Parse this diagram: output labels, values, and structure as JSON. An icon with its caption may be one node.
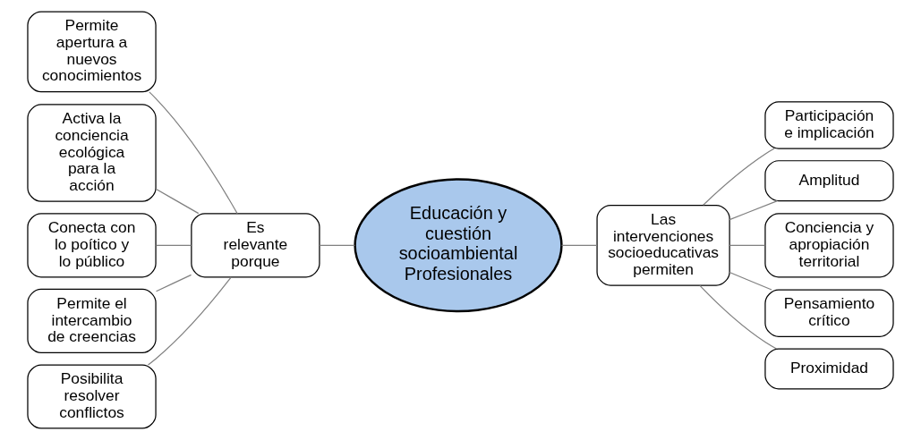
{
  "diagram": {
    "nodes": [
      {
        "text": [
          "Educación y cuestión socioambiental Profesionales"
        ]
      },
      {
        "text": [
          "Es relevante porque"
        ]
      },
      {
        "text": [
          "Permite apertura a nuevos conocimientos"
        ]
      },
      {
        "text": [
          "Activa la conciencia ecológica para la acción"
        ]
      },
      {
        "text": [
          "Conecta con lo poítico y lo público"
        ]
      },
      {
        "text": [
          "Permite el intercambio de creencias"
        ]
      },
      {
        "text": [
          "Posibilita resolver conflictos"
        ]
      },
      {
        "text": [
          "Las intervenciones socioeducativas permiten"
        ]
      },
      {
        "text": [
          "Participación e implicación"
        ]
      },
      {
        "text": [
          "Amplitud"
        ]
      },
      {
        "text": [
          "Conciencia y apropiación territorial"
        ]
      },
      {
        "text": [
          "Pensamiento crítico"
        ]
      },
      {
        "text": [
          "Proximidad"
        ]
      }
    ],
    "edges": [
      {
        "from": 2,
        "to": 1,
        "arrow": "none"
      },
      {
        "from": 3,
        "to": 1,
        "arrow": "none"
      },
      {
        "from": 4,
        "to": 1,
        "arrow": "none"
      },
      {
        "from": 5,
        "to": 1,
        "arrow": "none"
      },
      {
        "from": 6,
        "to": 1,
        "arrow": "none"
      },
      {
        "from": 1,
        "to": 0,
        "arrow": "none"
      },
      {
        "from": 0,
        "to": 7,
        "arrow": "none"
      },
      {
        "from": 7,
        "to": 8,
        "arrow": "none"
      },
      {
        "from": 7,
        "to": 9,
        "arrow": "none"
      },
      {
        "from": 7,
        "to": 10,
        "arrow": "none"
      },
      {
        "from": 7,
        "to": 11,
        "arrow": "none"
      },
      {
        "from": 7,
        "to": 12,
        "arrow": "none"
      }
    ]
  }
}
